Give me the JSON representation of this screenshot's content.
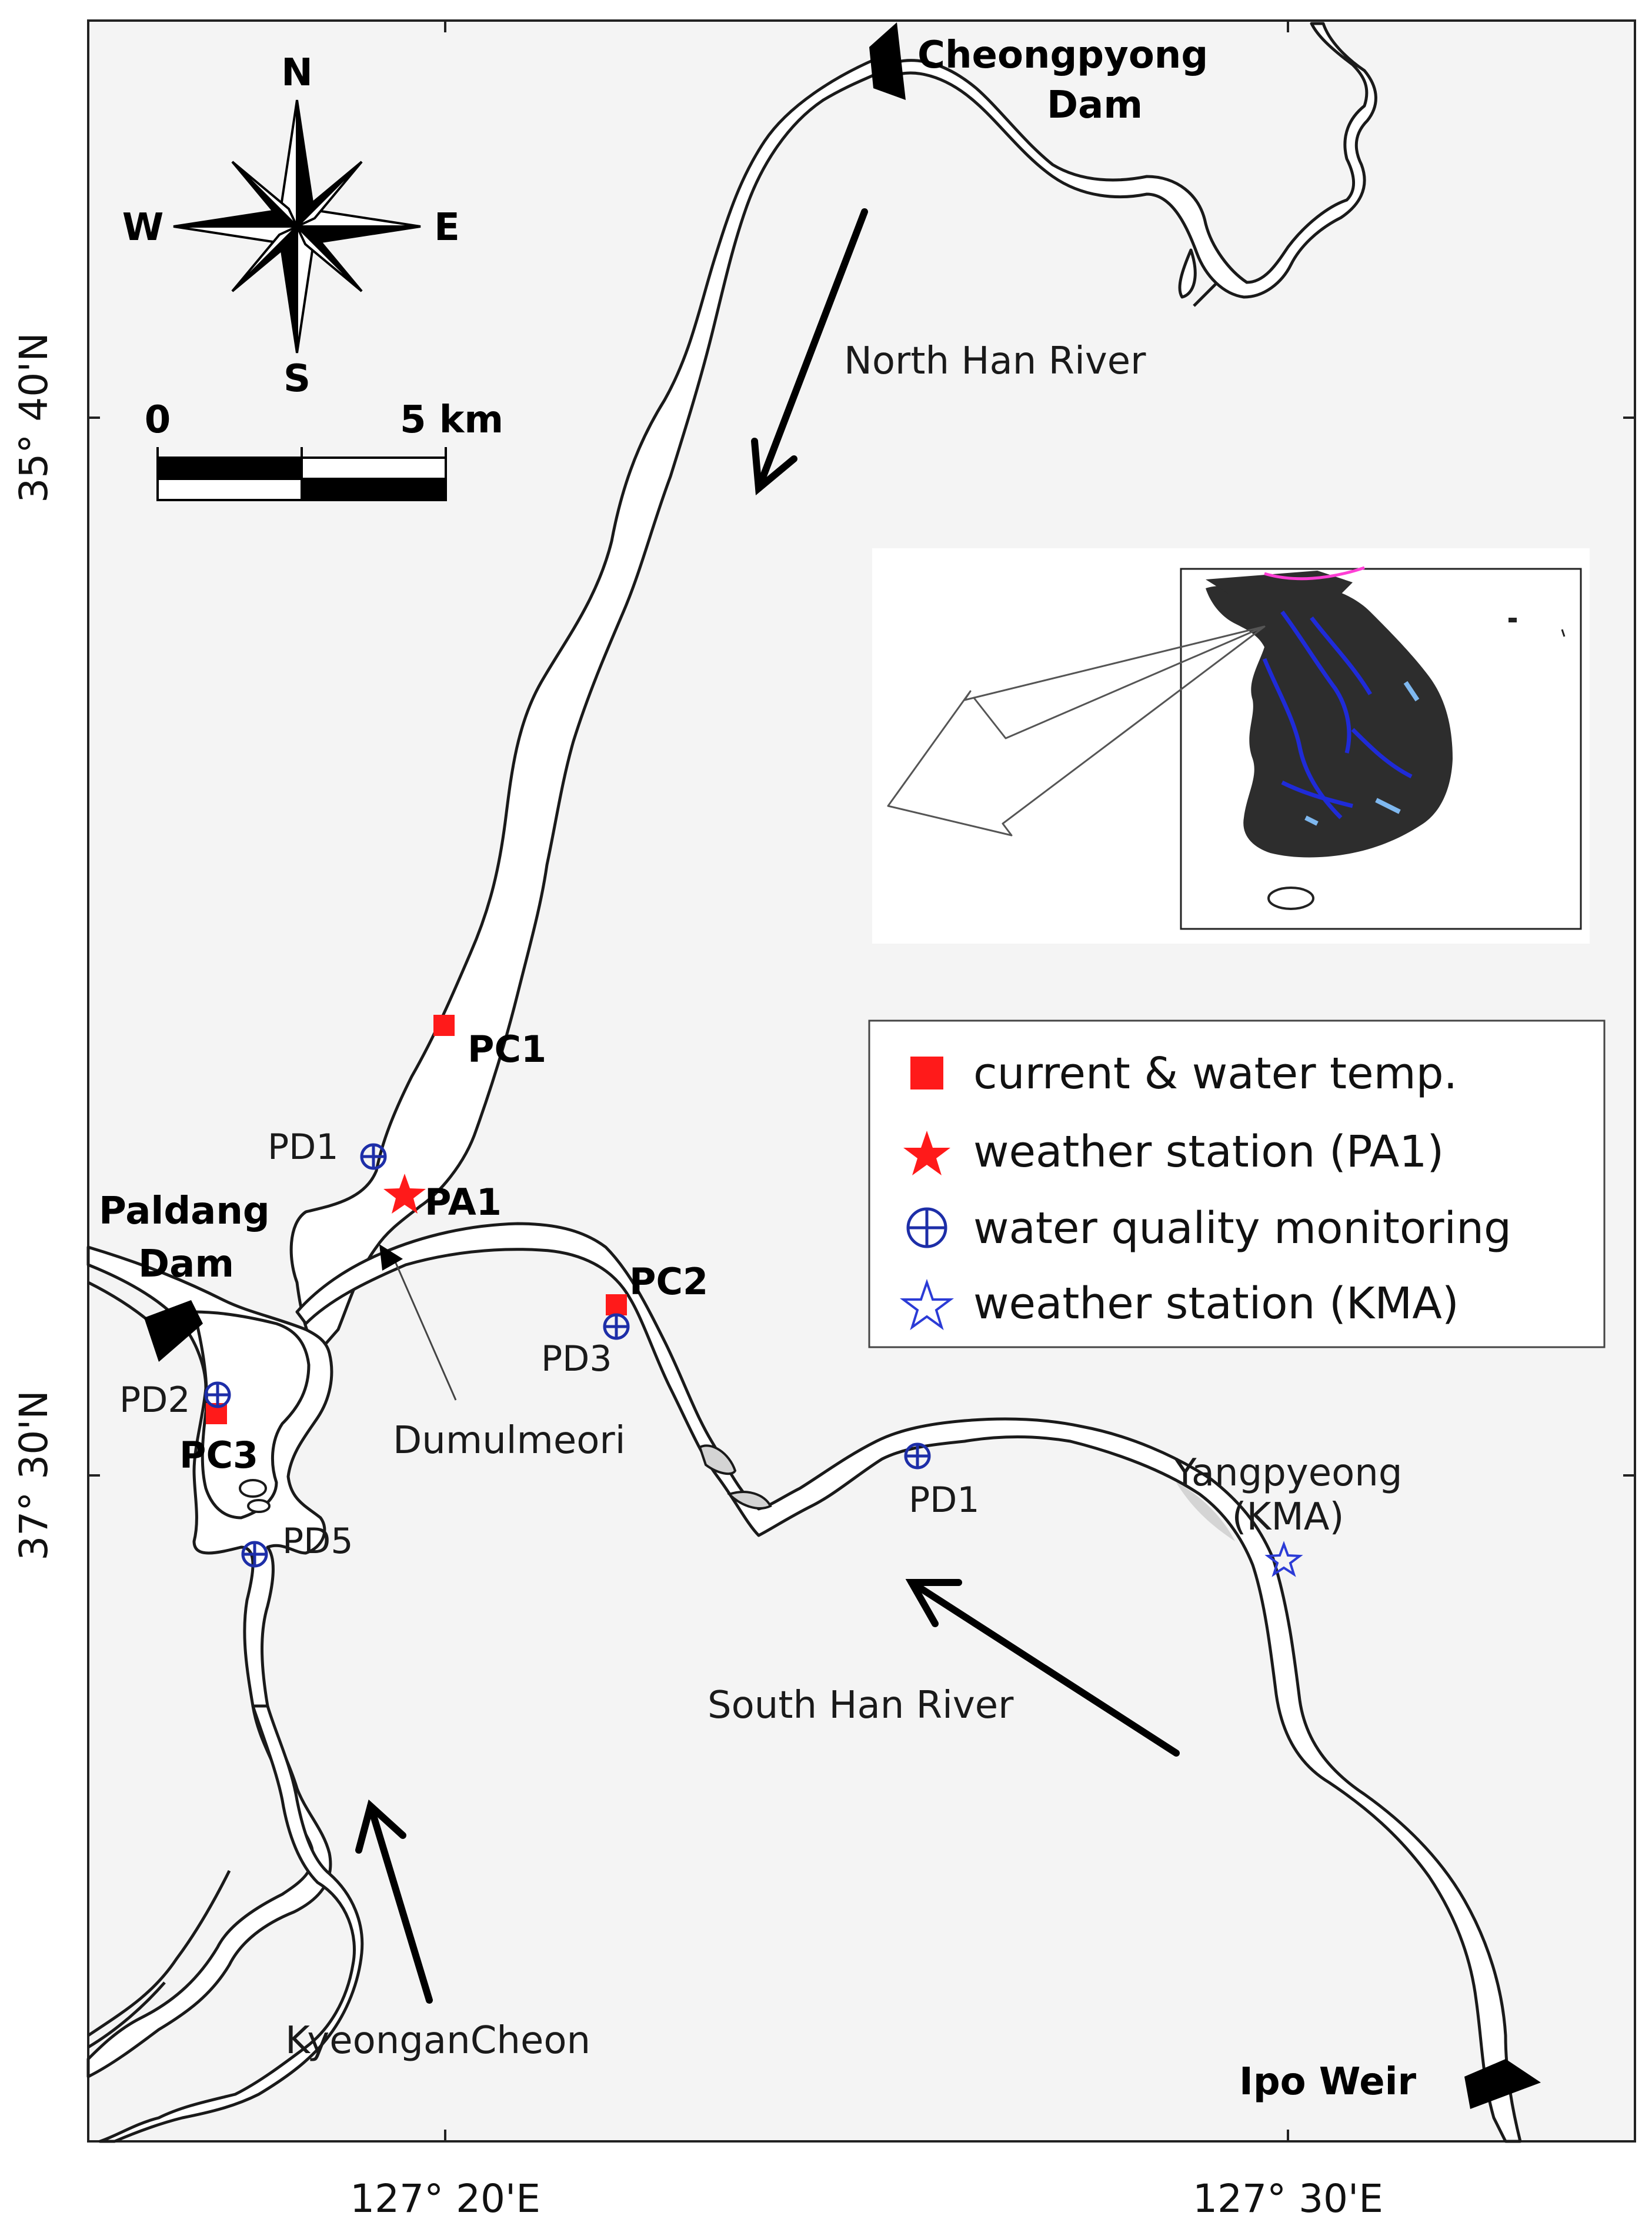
{
  "map": {
    "rivers": {
      "north": "North Han River",
      "south": "South Han River",
      "kyeongan": "KyeonganCheon"
    },
    "structures": {
      "cheongpyong": [
        "Cheongpyong",
        "Dam"
      ],
      "paldang": [
        "Paldang",
        "Dam"
      ],
      "ipo": "Ipo Weir"
    },
    "places": {
      "dumulmeori": "Dumulmeori",
      "yangpyeong": [
        "Yangpyeong",
        "(KMA)"
      ]
    },
    "stations": {
      "pc1": "PC1",
      "pc2": "PC2",
      "pc3": "PC3",
      "pa1": "PA1",
      "pd1_north": "PD1",
      "pd1_south": "PD1",
      "pd2": "PD2",
      "pd3": "PD3",
      "pd5": "PD5"
    },
    "compass": {
      "n": "N",
      "s": "S",
      "e": "E",
      "w": "W"
    },
    "scalebar": {
      "start": "0",
      "end": "5 km"
    },
    "axes": {
      "lat_top": "35° 40'N",
      "lat_bottom": "37° 30'N",
      "lon_left": "127° 20'E",
      "lon_right": "127° 30'E"
    },
    "legend": [
      {
        "symbol": "red-square",
        "label": "current & water temp."
      },
      {
        "symbol": "red-star",
        "label": "weather station (PA1)"
      },
      {
        "symbol": "blue-circle-cross",
        "label": "water quality monitoring"
      },
      {
        "symbol": "blue-star-outline",
        "label": "weather station (KMA)"
      }
    ],
    "colors": {
      "background": "#f4f4f4",
      "river": "#ffffff",
      "current_marker": "#ff1a1a",
      "weather_marker": "#ff1a1a",
      "wq_marker": "#1d2ea8",
      "kma_marker": "#2b3bd6"
    }
  }
}
